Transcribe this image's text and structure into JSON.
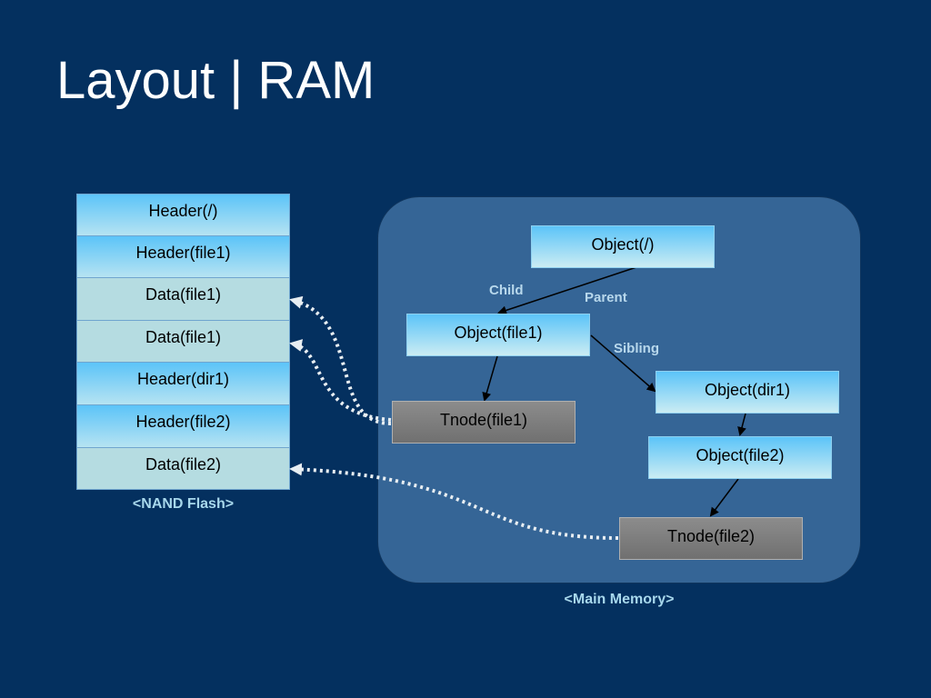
{
  "title": "Layout | RAM",
  "nand": {
    "cells": [
      {
        "text": "Header(/)",
        "kind": "header"
      },
      {
        "text": "Header(file1)",
        "kind": "header"
      },
      {
        "text": "Data(file1)",
        "kind": "data"
      },
      {
        "text": "Data(file1)",
        "kind": "data"
      },
      {
        "text": "Header(dir1)",
        "kind": "header"
      },
      {
        "text": "Header(file2)",
        "kind": "header"
      },
      {
        "text": "Data(file2)",
        "kind": "data"
      }
    ],
    "caption": "<NAND Flash>"
  },
  "memory": {
    "caption": "<Main Memory>",
    "nodes": {
      "obj_root": "Object(/)",
      "obj_file1": "Object(file1)",
      "tnode_file1": "Tnode(file1)",
      "obj_dir1": "Object(dir1)",
      "obj_file2": "Object(file2)",
      "tnode_file2": "Tnode(file2)"
    },
    "edge_labels": {
      "child": "Child",
      "parent": "Parent",
      "sibling": "Sibling"
    }
  },
  "colors": {
    "background": "#04305f",
    "memory_panel": "#356596",
    "header_cell": "#5cc4f8",
    "data_cell": "#b5dce1",
    "tnode": "#808080",
    "label_text": "#a8d8ec"
  }
}
